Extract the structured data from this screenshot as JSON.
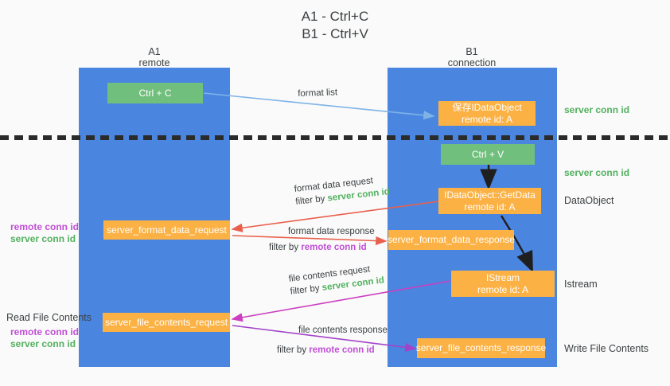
{
  "heading": {
    "line1": "A1 - Ctrl+C",
    "line2": "B1 - Ctrl+V"
  },
  "panels": [
    {
      "id": "a1",
      "title_line1": "A1",
      "title_line2": "remote"
    },
    {
      "id": "b1",
      "title_line1": "B1",
      "title_line2": "connection"
    }
  ],
  "boxes": {
    "ctrl_c": {
      "line1": "Ctrl + C",
      "line2": "",
      "color": "#71bf7d"
    },
    "ctrl_v": {
      "line1": "Ctrl + V",
      "line2": "",
      "color": "#71bf7d"
    },
    "idataobject_a": {
      "line1": "保存IDataObject",
      "line2": "remote id: A",
      "color": "#fbb143"
    },
    "getdata": {
      "line1": "IDataObject::GetData",
      "line2": "remote id: A",
      "color": "#fbb143"
    },
    "istream": {
      "line1": "IStream",
      "line2": "remote id: A",
      "color": "#fbb143"
    },
    "server_format_data_request": {
      "line1": "server_format_data_request",
      "line2": "",
      "color": "#fbb143"
    },
    "server_format_data_response": {
      "line1": "server_format_data_response",
      "line2": "",
      "color": "#fbb143"
    },
    "server_file_contents_request": {
      "line1": "server_file_contents_request",
      "line2": "",
      "color": "#fbb143"
    },
    "server_file_contents_response": {
      "line1": "server_file_contents_response",
      "line2": "",
      "color": "#fbb143"
    }
  },
  "edge_labels": {
    "format_list": "format list",
    "format_data_request": "format data request",
    "format_data_response": "format data response",
    "file_contents_request": "file contents request",
    "file_contents_response": "file contents response",
    "filter_by": "filter by",
    "server_conn_id": "server conn id",
    "remote_conn_id": "remote conn id"
  },
  "right_labels": {
    "server_conn_id_top": "server conn id",
    "server_conn_id_mid": "server conn id",
    "dataobject": "DataObject",
    "istream": "Istream",
    "write_file_contents": "Write File Contents"
  },
  "left_labels": {
    "remote_conn_id_1": "remote conn id",
    "server_conn_id_1": "server conn id",
    "read_file_contents": "Read File Contents",
    "remote_conn_id_2": "remote conn id",
    "server_conn_id_2": "server conn id"
  },
  "colors": {
    "panel": "#4a86e0",
    "green_box": "#71bf7d",
    "orange_box": "#fbb143",
    "green_text": "#52b15f",
    "purple_text": "#c14fd6",
    "arrow_blue": "#7fb3e8",
    "arrow_red": "#e8604c",
    "arrow_magenta": "#cc3fc0",
    "arrow_purple": "#a343c8",
    "arrow_black": "#1f1f1f",
    "background": "#fafafa"
  }
}
